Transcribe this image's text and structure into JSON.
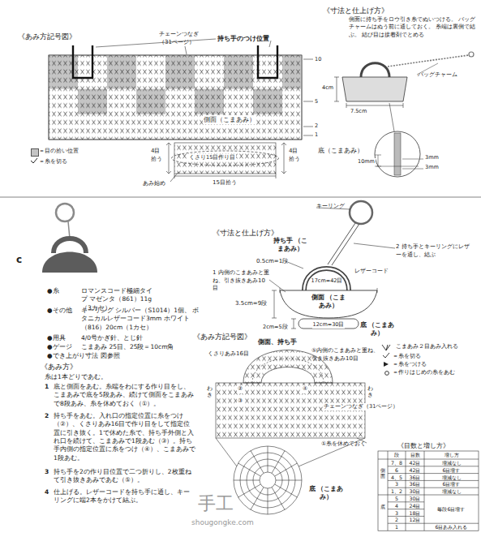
{
  "diagram": {
    "labels": [
      "《あみ方記号図》",
      "チェーンつなぎ （31ページ）",
      "持ち手のつけ位置",
      "側面（こまあみ）",
      "10",
      "5",
      "2",
      "1",
      "4目拾う",
      "4目拾う",
      "くさり15目作り目",
      "あみ始め",
      "15目拾う",
      "底（こまあみ）",
      "《寸法と仕上げ方》",
      "側面に持ち手をロウ引き糸でぬいつける。 バッグチャームはぬう前に通しておく。 糸端は裏側で結ぶ。 結び目は接着剤でとめる",
      "バッグチャーム",
      "4cm",
      "7.5cm",
      "10mm",
      "3mm",
      "3mm",
      "c",
      "●糸",
      "ロマンスコード極細タイプ マゼンタ（861）11g（3カセ）",
      "●その他",
      "キーリング シルバー（S1014）1個、 ボタニカルレザーコード3mm ホワイト（816）20cm（1カセ）",
      "●用具",
      "4/0号かぎ針、とじ針",
      "●ゲージ",
      "こまあみ 25目、25段＝10cm角",
      "●でき上がり寸法",
      "図参照",
      "《あみ方》",
      "糸は1本どりであむ。",
      "1",
      "底と側面をあむ。糸端をわにする作り目をし、こまあみで底を5段あみ、続けて側面をこまあみで8段あみ、糸を休めておく（①）。",
      "2",
      "持ち手をあむ。入れ口の指定位置に糸をつけ（②）、くさりあみ16目で作り目をして指定位置に引き抜く。1で休めた糸で、持ち手外側と入れ口を続けて、こまあみで1段あむ（③）。持ち手内側の指定位置に糸をつけ（④）、こまあみで1段あむ。",
      "3",
      "持ち手を2の作り目位置で二つ折りし、2枚重ねて引き抜きあみであむ（⑤）。",
      "4",
      "仕上げる。レザーコードを持ち手に通し、キーリングに端2本をかけて結ぶ。",
      "《寸法と仕上げ方》",
      "キーリング",
      "持ち手 （こまあみ）",
      "0.5cm=1段",
      "1 内側のこまあみと重ね、引き抜きあみ10目",
      "レザーコード",
      "2 持ち手とキーリングにレザーを通し、結ぶ",
      "17cm=42目",
      "側面 （こまあみ）",
      "3.5cm=9段",
      "12cm=30目",
      "底 （こまあみ）",
      "2cm=5段",
      "《あみ方記号図》",
      "側面、持ち手",
      "くさりあみ16目",
      "⑤内側のこまあみと重ね、 引き抜きあみ10目",
      "わき",
      "わき",
      "②",
      "③",
      "④",
      "チェーンつなぎ（31ページ）",
      "①糸を休めておく",
      "底 （こまあみ）",
      "《目数と増し方》",
      "段",
      "目数",
      "増し方",
      "側面",
      "7、8",
      "42目",
      "増減なし",
      "6",
      "42目",
      "6目増す",
      "4、5",
      "36目",
      "増減なし",
      "3",
      "36目",
      "6目増す",
      "1、2",
      "30目",
      "増減なし",
      "底",
      "5",
      "30目",
      "毎段6目増す",
      "4",
      "24目",
      "3",
      "18目",
      "2",
      "12目",
      "1",
      "6目あみ入れる",
      "手工",
      "shougongke.com"
    ],
    "legend": [
      {
        "text": "＝目の拾い位置",
        "color": "#c4c4c4"
      },
      {
        "text": "＝糸を切る"
      },
      {
        "text": "こまあみ２目あみ入れる"
      },
      {
        "text": "＝糸を切る"
      },
      {
        "text": "＝糸をつける"
      },
      {
        "text": "＝作りはじめの糸をあむ"
      }
    ]
  }
}
